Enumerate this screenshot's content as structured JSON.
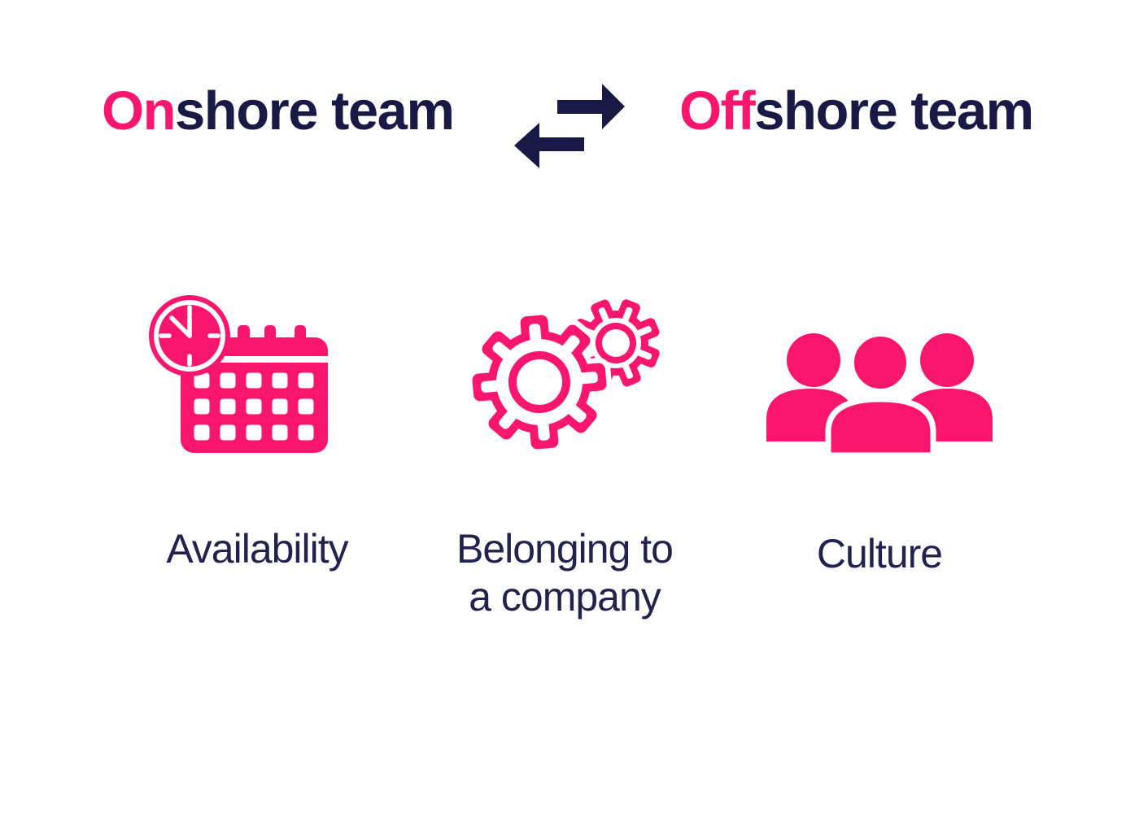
{
  "colors": {
    "pink": "#F9166E",
    "navy": "#191945",
    "label_navy": "#22224E",
    "background": "#FFFFFF"
  },
  "header": {
    "left_title": {
      "highlight": "On",
      "rest": "shore team"
    },
    "swap_icon": "swap-arrows-icon",
    "right_title": {
      "highlight": "Off",
      "rest": "shore team"
    }
  },
  "features": [
    {
      "icon": "calendar-clock-icon",
      "lines": [
        "Availability"
      ]
    },
    {
      "icon": "gears-icon",
      "lines": [
        "Belonging to",
        "a company"
      ]
    },
    {
      "icon": "people-group-icon",
      "lines": [
        "Culture"
      ]
    }
  ]
}
